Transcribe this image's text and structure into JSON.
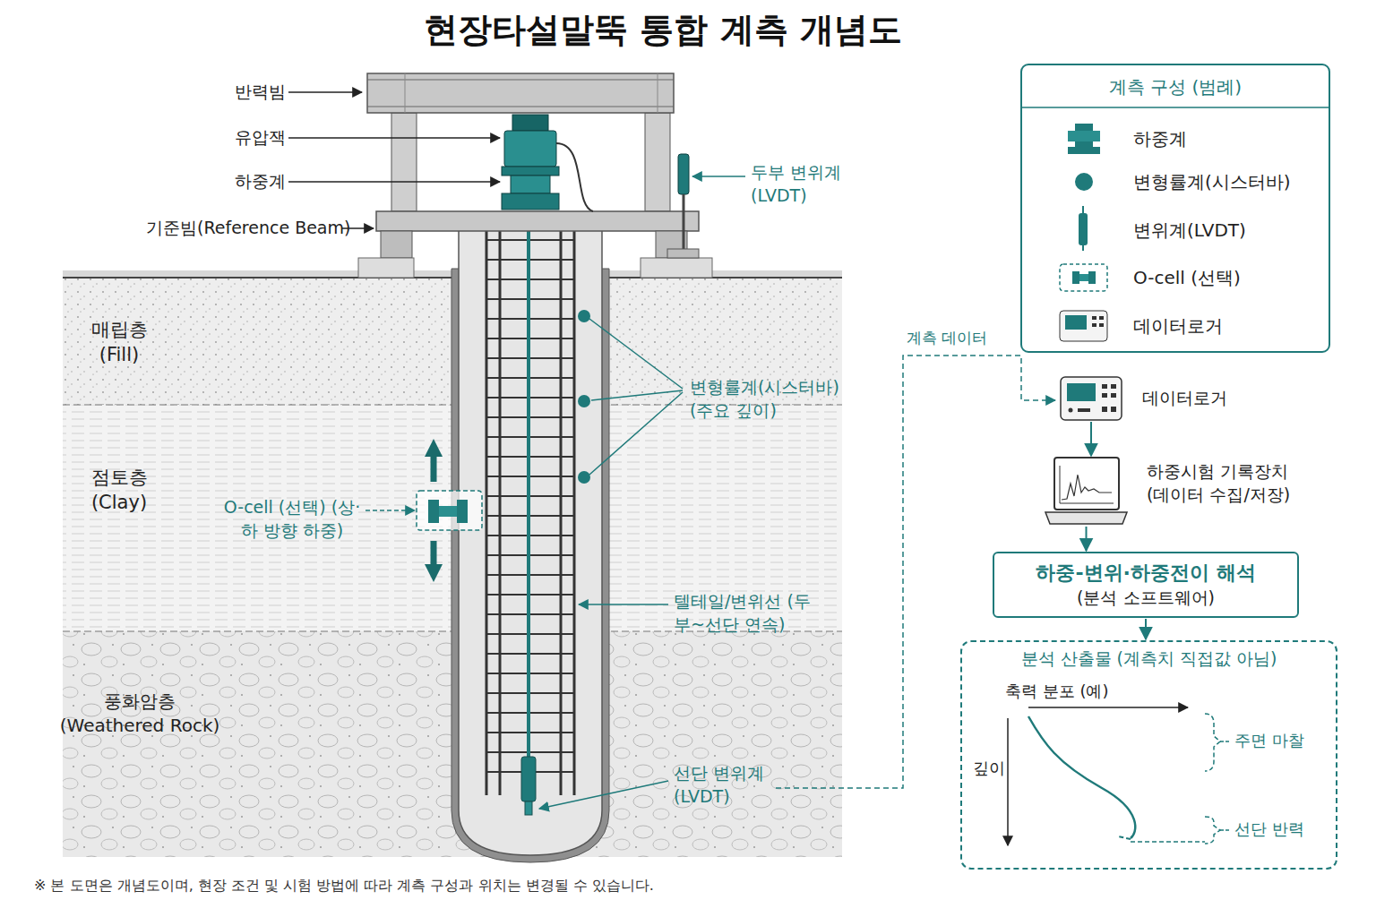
{
  "diagram": {
    "title": "현장타설말뚝 통합 계측 개념도",
    "caption": "※ 본 도면은 개념도이며, 현장 조건 및 시험 방법에 따라 계측 구성과 위치는 변경될 수 있습니다.",
    "nodes": [
      {
        "text": [
          "데이터로거"
        ]
      },
      {
        "text": [
          "하중시험 기록장치 (데이터 수집/저장)"
        ]
      },
      {
        "text": [
          "하중-변위·하중전이 해석",
          "(분석 소프트웨어)"
        ]
      },
      {
        "text": [
          "분석 산출물 (계측치 직접값 아님)"
        ]
      }
    ],
    "edges": [
      {
        "from": 0,
        "to": 1,
        "arrow": "to"
      },
      {
        "from": 1,
        "to": 2,
        "arrow": "to"
      },
      {
        "from": 2,
        "to": 3,
        "arrow": "to"
      }
    ],
    "labels": [
      "반력빔",
      "유압잭",
      "하중계",
      "기준빔(Reference Beam)",
      "두부 변위계 (LVDT)",
      "매립층 (Fill)",
      "점토층 (Clay)",
      "풍화암층 (Weathered Rock)",
      "변형률계(시스터바) (주요 깊이)",
      "O-cell (선택) (상·하 방향 하중)",
      "텔테일/변위선 (두부~선단 연속)",
      "선단 변위계 (LVDT)",
      "계측 데이터",
      "축력 분포 (예)",
      "깊이",
      "주면 마찰",
      "선단 반력",
      "계측 구성 (범례)"
    ],
    "legend": [
      {
        "text": "하중계"
      },
      {
        "text": "변형률계(시스터바)"
      },
      {
        "text": "변위계(LVDT)"
      },
      {
        "text": "O-cell (선택)"
      },
      {
        "text": "데이터로거"
      }
    ]
  }
}
